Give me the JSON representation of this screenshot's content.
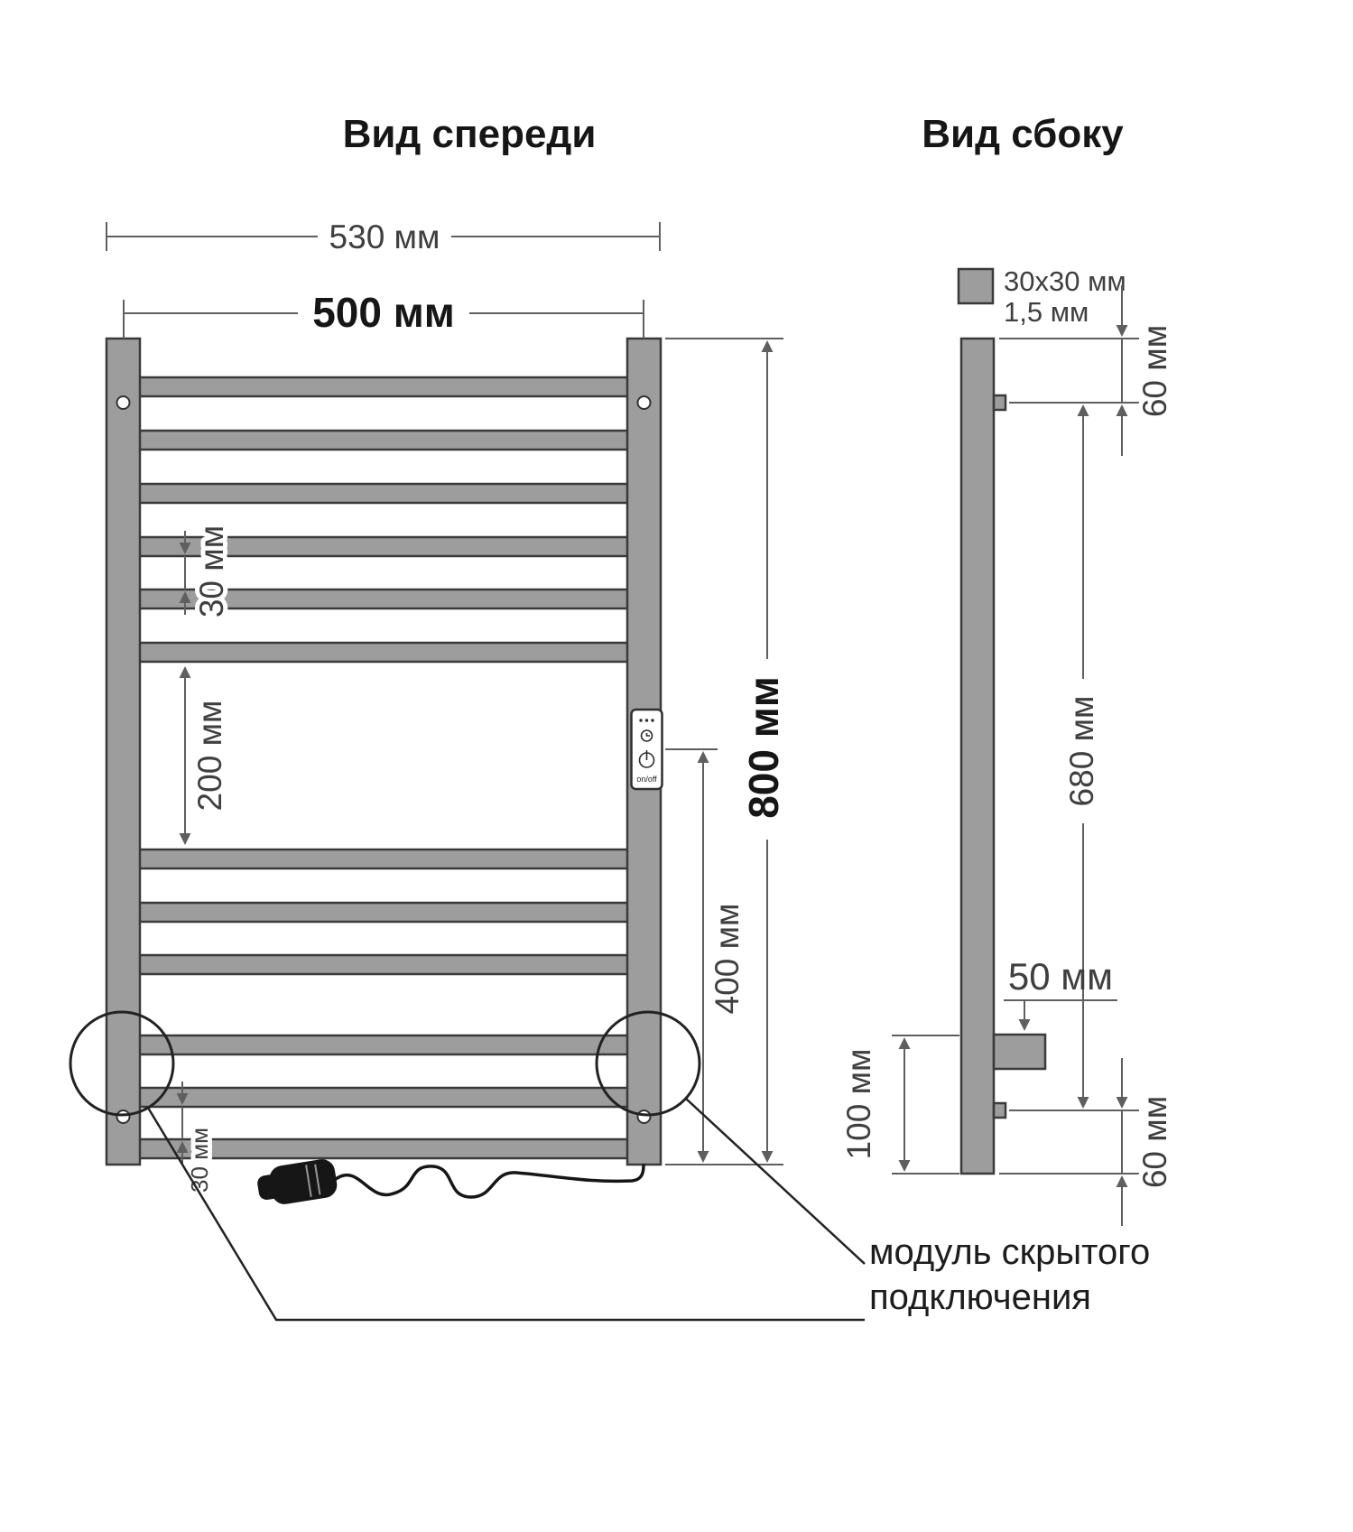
{
  "colors": {
    "steel": "#9d9d9d",
    "outline": "#3a3a3a",
    "dim": "#5f5f5f",
    "text": "#3f3f3f",
    "dark": "#161616",
    "bg": "#ffffff"
  },
  "titles": {
    "front": "Вид спереди",
    "side": "Вид сбоку"
  },
  "front": {
    "outer_width": "530 мм",
    "center_width": "500 мм",
    "height": "800 мм",
    "rung_gap": "30 мм",
    "middle_gap": "200 мм",
    "module_to_bottom": "400 мм",
    "bottom_gap": "30 мм",
    "module_onoff": "on/off"
  },
  "side": {
    "profile": "30x30 мм",
    "wall_thickness": "1,5 мм",
    "top_offset": "60 мм",
    "bracket_span": "680 мм",
    "module_length": "50 мм",
    "module_height_from_bottom": "100 мм",
    "bottom_offset": "60 мм"
  },
  "callout": {
    "line1": "модуль скрытого",
    "line2": "подключения"
  }
}
